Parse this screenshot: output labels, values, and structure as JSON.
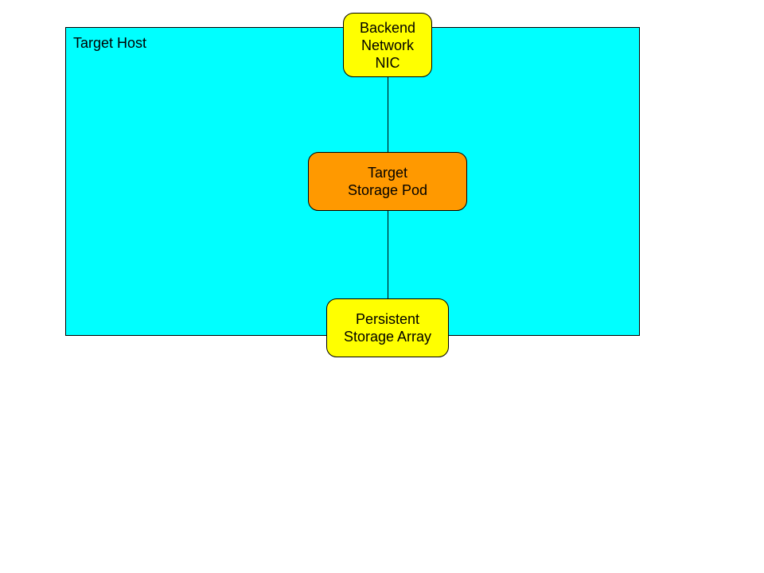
{
  "colors": {
    "host_fill": "#00ffff",
    "network_fill": "#ffff00",
    "pod_fill": "#ff9900",
    "storage_fill": "#ffff00",
    "line": "#000000"
  },
  "host": {
    "label": "Target Host"
  },
  "nodes": {
    "network_nic": {
      "lines": [
        "Backend",
        "Network",
        "NIC"
      ]
    },
    "storage_pod": {
      "lines": [
        "Target",
        "Storage Pod"
      ]
    },
    "storage_array": {
      "lines": [
        "Persistent",
        "Storage Array"
      ]
    }
  }
}
